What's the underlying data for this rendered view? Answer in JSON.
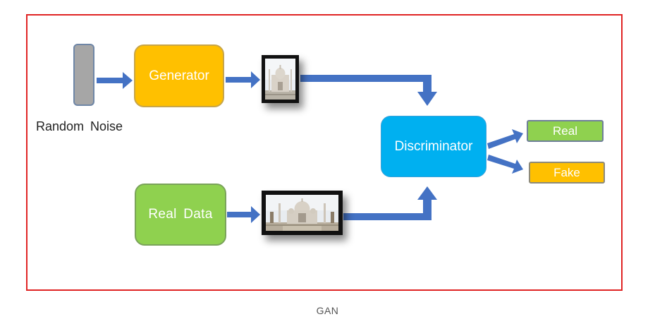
{
  "diagram": {
    "nodes": {
      "noise_label": "Random Noise",
      "generator": "Generator",
      "real_data": "Real Data",
      "discriminator": "Discriminator",
      "real": "Real",
      "fake": "Fake"
    },
    "caption": "GAN",
    "colors": {
      "frame_border": "#e02424",
      "generator_fill": "#ffc000",
      "real_data_fill": "#8fd14f",
      "discriminator_fill": "#00b0f0",
      "noise_fill": "#a6a6a6",
      "arrow": "#4472c4"
    },
    "edges": [
      {
        "from": "Random Noise",
        "to": "Generator"
      },
      {
        "from": "Generator",
        "to": "generated-image"
      },
      {
        "from": "generated-image",
        "to": "Discriminator"
      },
      {
        "from": "Real Data",
        "to": "real-image"
      },
      {
        "from": "real-image",
        "to": "Discriminator"
      },
      {
        "from": "Discriminator",
        "to": "Real"
      },
      {
        "from": "Discriminator",
        "to": "Fake"
      }
    ]
  }
}
